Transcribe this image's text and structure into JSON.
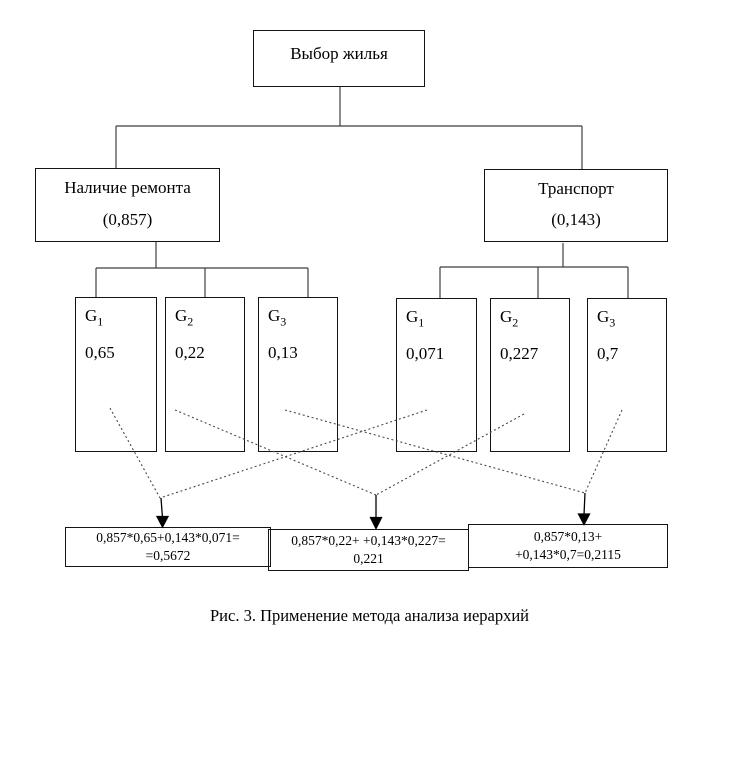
{
  "figure": {
    "root": {
      "label": "Выбор жилья"
    },
    "criteria": [
      {
        "name": "Наличие ремонта",
        "weight": "(0,857)"
      },
      {
        "name": "Транспорт",
        "weight": "(0,143)"
      }
    ],
    "alternatives_left": [
      {
        "label": "G",
        "sub": "1",
        "value": "0,65"
      },
      {
        "label": "G",
        "sub": "2",
        "value": "0,22"
      },
      {
        "label": "G",
        "sub": "3",
        "value": "0,13"
      }
    ],
    "alternatives_right": [
      {
        "label": "G",
        "sub": "1",
        "value": "0,071"
      },
      {
        "label": "G",
        "sub": "2",
        "value": "0,227"
      },
      {
        "label": "G",
        "sub": "3",
        "value": "0,7"
      }
    ],
    "results": [
      {
        "line1": "0,857*0,65+0,143*0,071=",
        "line2": "=0,5672"
      },
      {
        "line1": "0,857*0,22+ +0,143*0,227=",
        "line2": "0,221"
      },
      {
        "line1": "0,857*0,13+",
        "line2": "+0,143*0,7=0,2115"
      }
    ],
    "caption": "Рис. 3. Применение метода анализа иерархий"
  },
  "colors": {
    "line": "#3f3f3f",
    "dotted_line": "#4a4a4a",
    "border": "#141414",
    "background": "#ffffff"
  }
}
